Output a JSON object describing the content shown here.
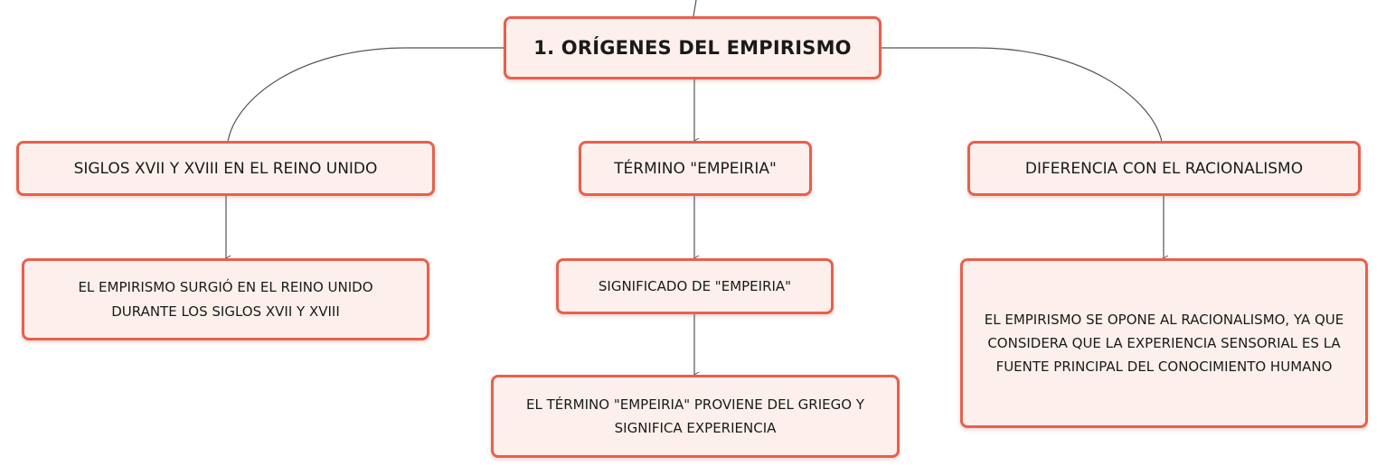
{
  "diagram": {
    "root": {
      "label": "1. ORÍGENES DEL EMPIRISMO"
    },
    "branches": [
      {
        "label": "SIGLOS XVII Y XVIII EN EL REINO UNIDO",
        "children": [
          {
            "label": "EL EMPIRISMO SURGIÓ EN EL REINO UNIDO DURANTE LOS SIGLOS XVII Y XVIII"
          }
        ]
      },
      {
        "label": "TÉRMINO \"EMPEIRIA\"",
        "children": [
          {
            "label": "SIGNIFICADO DE \"EMPEIRIA\""
          },
          {
            "label": "EL TÉRMINO \"EMPEIRIA\" PROVIENE DEL GRIEGO Y SIGNIFICA EXPERIENCIA"
          }
        ]
      },
      {
        "label": "DIFERENCIA CON EL RACIONALISMO",
        "children": [
          {
            "label": "EL EMPIRISMO SE OPONE AL RACIONALISMO, YA QUE CONSIDERA QUE LA EXPERIENCIA SENSORIAL ES LA FUENTE PRINCIPAL DEL CONOCIMIENTO HUMANO"
          }
        ]
      }
    ],
    "colors": {
      "node_border": "#e8604c",
      "node_fill": "#fdf0ec",
      "connector": "#555555"
    }
  }
}
